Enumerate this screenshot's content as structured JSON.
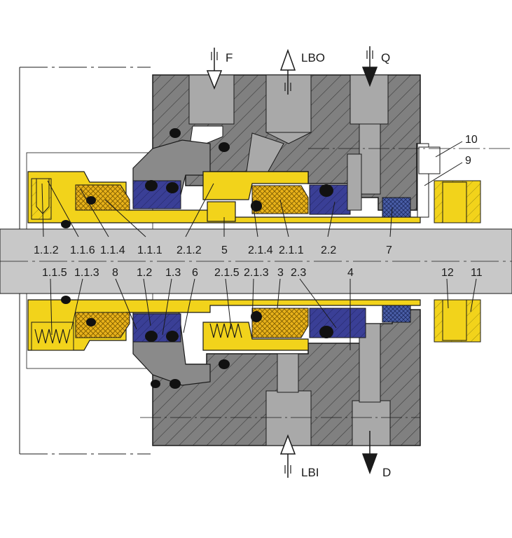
{
  "ports": {
    "F": "F",
    "LBO": "LBO",
    "Q": "Q",
    "LBI": "LBI",
    "D": "D"
  },
  "labels_top_row": [
    "1.1.2",
    "1.1.6",
    "1.1.4",
    "1.1.1",
    "2.1.2",
    "5",
    "2.1.4",
    "2.1.1",
    "2.2",
    "7"
  ],
  "labels_bottom_row": [
    "1.1.5",
    "1.1.3",
    "8",
    "1.2",
    "1.3",
    "6",
    "2.1.5",
    "2.1.3",
    "3",
    "2.3",
    "4",
    "12",
    "11"
  ],
  "labels_right": [
    "10",
    "9"
  ],
  "colors": {
    "housing": "#808080",
    "shaft": "#c8c8c8",
    "brass": "#f2d31b",
    "carbon_ring": "#e9b21a",
    "elastomer": "#3a3f96",
    "packing": "#4a5fa8",
    "oring": "#111111",
    "outline": "#1a1a1a"
  }
}
